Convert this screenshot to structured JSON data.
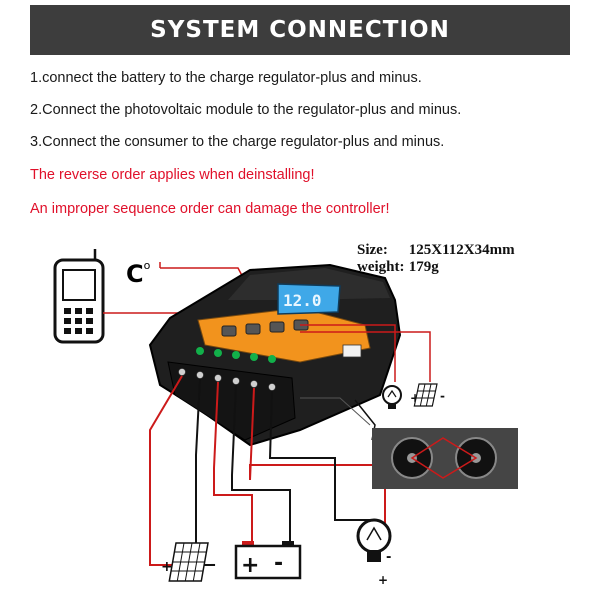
{
  "header": {
    "title": "SYSTEM CONNECTION"
  },
  "instructions": [
    "1.connect the battery to the charge regulator-plus and minus.",
    "2.Connect the photovoltaic module to the regulator-plus and minus.",
    "3.Connect the consumer to the charge regulator-plus and minus."
  ],
  "warnings": [
    "The reverse order applies when deinstalling!",
    "An improper sequence order can damage the controller!"
  ],
  "specs": {
    "size_label": "Size:",
    "size_value": "125X112X34mm",
    "weight_label": "weight:",
    "weight_value": "179g"
  },
  "device": {
    "lcd_reading": "12.0"
  },
  "diagram": {
    "temp_label": "C",
    "temp_degree": "o",
    "plus": "+",
    "minus": "-"
  },
  "colors": {
    "header_bg": "#3d3d3d",
    "warning_text": "#e0102a",
    "wire_red": "#cc1a1a",
    "device_orange": "#f2931d",
    "lcd_blue": "#3fa8e8"
  },
  "icons": [
    "phone-icon",
    "lightbulb-icon",
    "solar-panel-icon",
    "battery-icon"
  ]
}
